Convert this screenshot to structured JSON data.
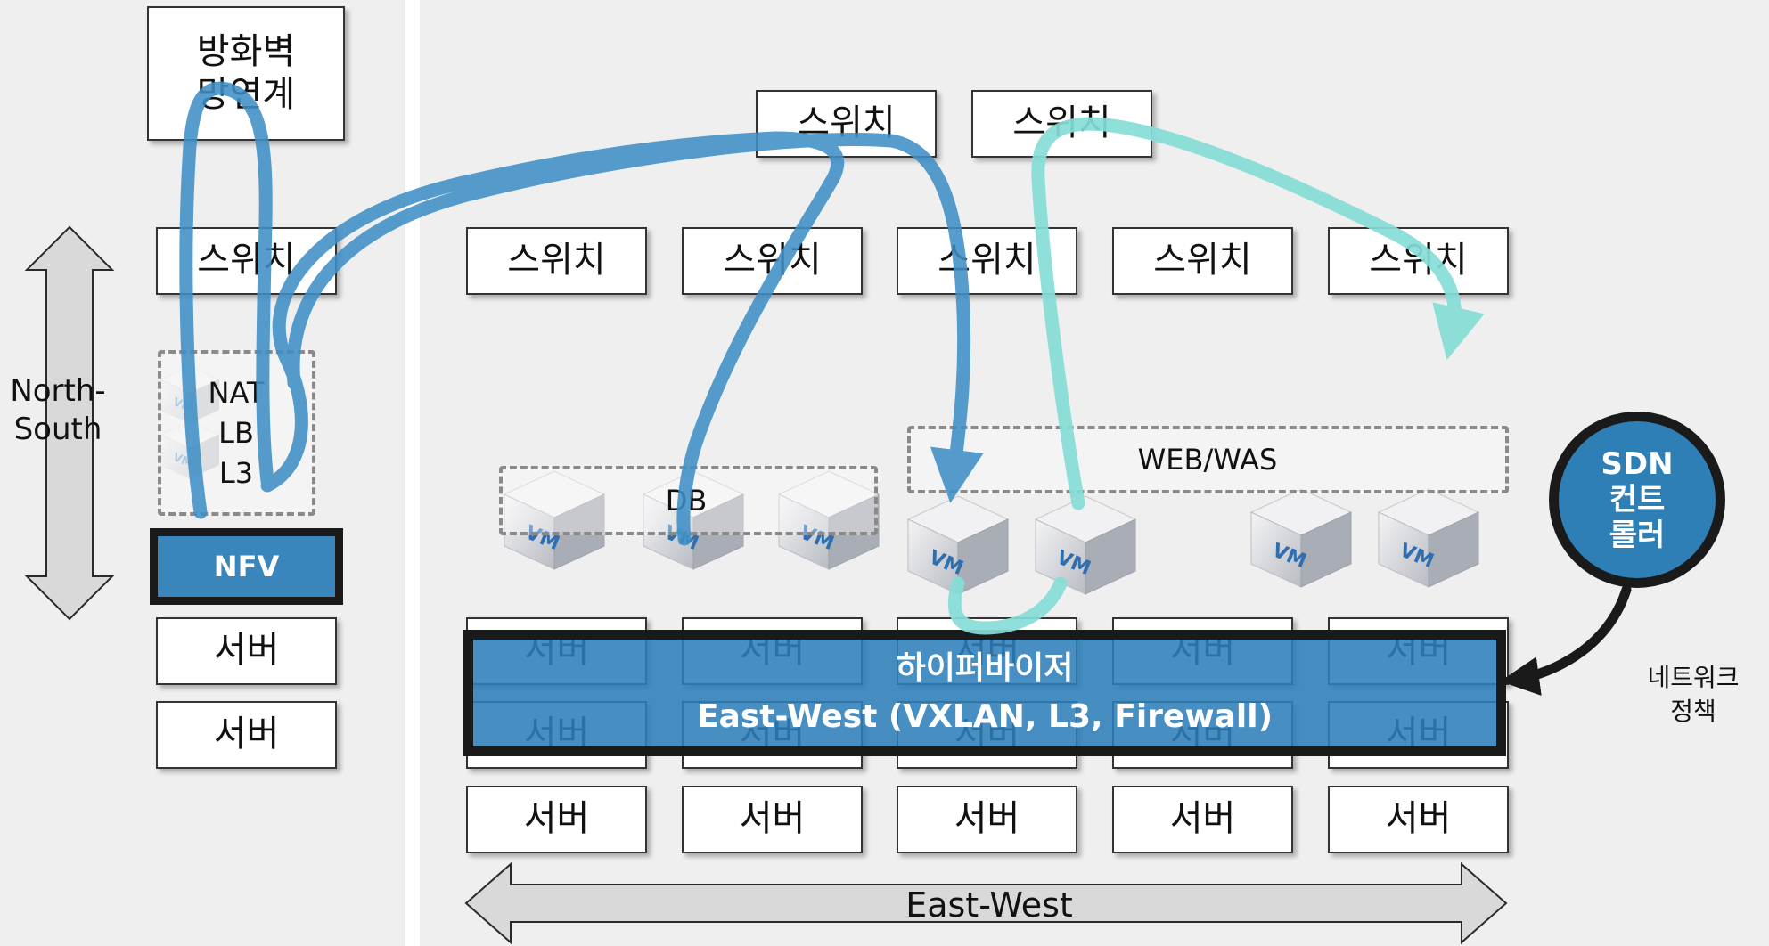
{
  "left": {
    "firewall": "방화벽\n망연계",
    "switch": "스위치",
    "nfv_functions": [
      "NAT",
      "LB",
      "L3"
    ],
    "nfv": "NFV",
    "servers": [
      "서버",
      "서버"
    ],
    "north_south": "North-\nSouth"
  },
  "right": {
    "top_switches": [
      "스위치",
      "스위치"
    ],
    "switches": [
      "스위치",
      "스위치",
      "스위치",
      "스위치",
      "스위치"
    ],
    "db_group": "DB",
    "web_group": "WEB/WAS",
    "vm_label": "VM",
    "vm_count": 9,
    "server_rows": [
      [
        "서버",
        "서버",
        "서버",
        "서버",
        "서버"
      ],
      [
        "서버",
        "서버",
        "서버",
        "서버",
        "서버"
      ],
      [
        "서버",
        "서버",
        "서버",
        "서버",
        "서버"
      ]
    ],
    "hypervisor_title": "하이퍼바이저",
    "hypervisor_sub": "East-West (VXLAN, L3, Firewall)",
    "east_west": "East-West"
  },
  "sdn": {
    "label": "SDN\n컨트\n롤러",
    "policy": "네트워크\n정책"
  },
  "colors": {
    "blue_flow": "#3f8fc6",
    "teal_flow": "#86ddd7",
    "hypervisor": "#2e7eba",
    "sdn": "#2d7fb5"
  }
}
